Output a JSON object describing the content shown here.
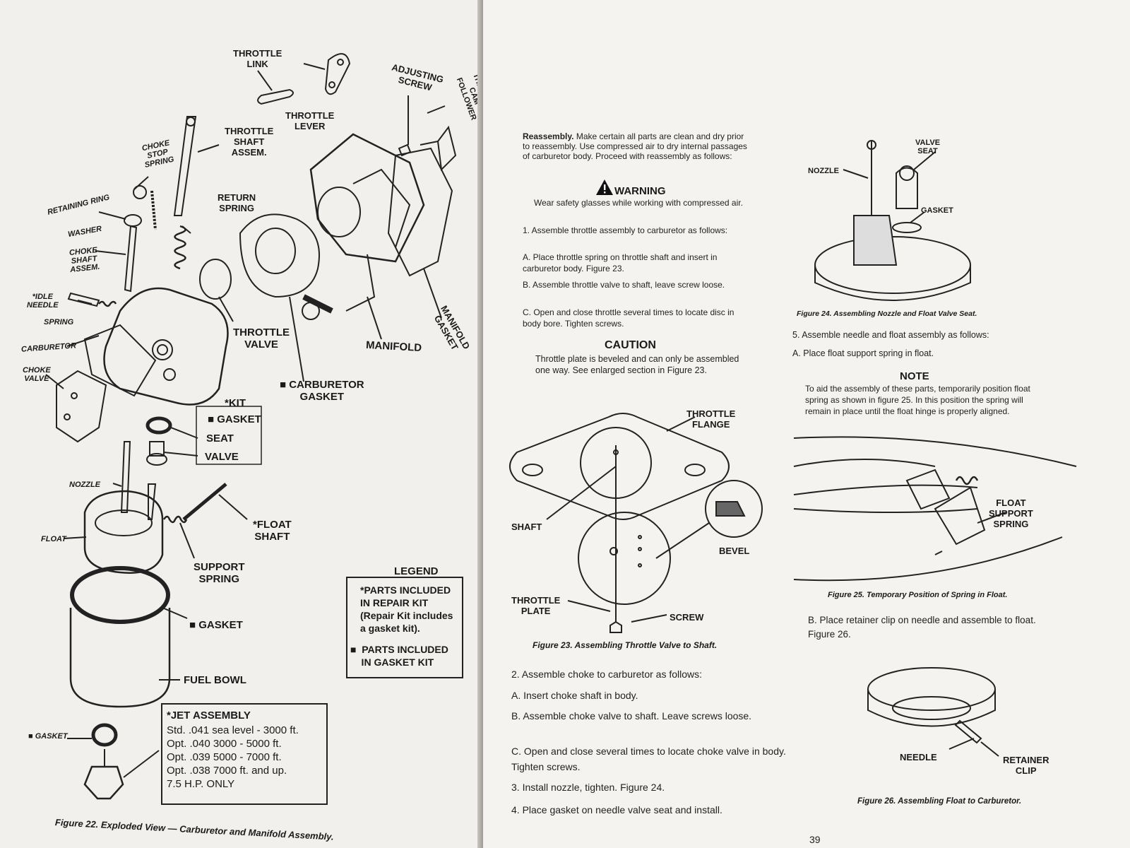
{
  "left_page": {
    "callouts": {
      "throttle_link": "THROTTLE\nLINK",
      "throttle_lever": "THROTTLE\nLEVER",
      "adjusting_screw": "ADJUSTING\nSCREW",
      "throttle_cam_follower": "THROTTLE\nCAM\nFOLLOWER",
      "throttle_shaft_assem": "THROTTLE\nSHAFT\nASSEM.",
      "choke_stop_spring": "CHOKE\nSTOP\nSPRING",
      "retaining_ring": "RETAINING RING",
      "washer": "WASHER",
      "return_spring": "RETURN\nSPRING",
      "choke_shaft_assem": "CHOKE\nSHAFT\nASSEM.",
      "idle_needle": "*IDLE\nNEEDLE",
      "spring": "SPRING",
      "carburetor": "CARBURETOR",
      "choke_valve": "CHOKE\nVALVE",
      "throttle_valve": "THROTTLE\nVALVE",
      "manifold": "MANIFOLD",
      "manifold_gasket": "MANIFOLD\nGASKET",
      "carburetor_gasket": "■ CARBURETOR\nGASKET",
      "kit": "*KIT",
      "kit_gasket": "■ GASKET",
      "seat": "SEAT",
      "valve": "VALVE",
      "nozzle": "NOZZLE",
      "float": "FLOAT",
      "float_shaft": "*FLOAT\nSHAFT",
      "support_spring": "SUPPORT\nSPRING",
      "bowl_gasket": "■ GASKET",
      "fuel_bowl": "FUEL BOWL",
      "lower_gasket": "■ GASKET"
    },
    "legend": {
      "title": "LEGEND",
      "item1": "*PARTS INCLUDED\nIN REPAIR KIT\n(Repair Kit includes\na gasket kit).",
      "item2": "■  PARTS INCLUDED\n    IN GASKET KIT"
    },
    "jet_assembly": {
      "title": "*JET ASSEMBLY",
      "lines": "Std. .041 sea level - 3000 ft.\nOpt. .040 3000 - 5000 ft.\nOpt. .039 5000 - 7000 ft.\nOpt. .038 7000 ft. and up.\n7.5 H.P. ONLY"
    },
    "caption": "Figure 22. Exploded View — Carburetor and Manifold Assembly."
  },
  "right_page": {
    "reassembly_lead": "Reassembly.",
    "reassembly_text": " Make certain all parts are clean and dry prior to reassembly. Use compressed air to dry internal passages of carburetor body. Proceed with reassembly as follows:",
    "warning_title": "WARNING",
    "warning_text": "Wear safety glasses while working with compressed air.",
    "step1": "1. Assemble throttle assembly to carburetor as follows:",
    "step1a": "A. Place throttle spring on throttle shaft and insert in carburetor body. Figure 23.",
    "step1b": "B. Assemble throttle valve to shaft, leave screw loose.",
    "step1c": "C. Open and close throttle several times to locate disc in body bore. Tighten screws.",
    "caution_title": "CAUTION",
    "caution_text": "Throttle plate is beveled and can only be assembled one way. See enlarged section in Figure 23.",
    "fig23_labels": {
      "throttle_flange": "THROTTLE\nFLANGE",
      "shaft": "SHAFT",
      "bevel": "BEVEL",
      "throttle_plate": "THROTTLE\nPLATE",
      "screw": "SCREW"
    },
    "fig23_caption": "Figure 23. Assembling Throttle Valve to Shaft.",
    "step2": "2. Assemble choke to carburetor as follows:",
    "step2a": "A. Insert choke shaft in body.",
    "step2b": "B. Assemble choke valve to shaft. Leave screws loose.",
    "step2c": "C. Open and close several times to locate choke valve in body. Tighten screws.",
    "step3": "3. Install nozzle, tighten. Figure 24.",
    "step4": "4. Place gasket on needle valve seat and install.",
    "fig24_labels": {
      "valve_seat": "VALVE\nSEAT",
      "nozzle": "NOZZLE",
      "gasket": "GASKET"
    },
    "fig24_caption": "Figure 24. Assembling Nozzle and Float Valve Seat.",
    "step5": "5. Assemble needle and float assembly as follows:",
    "step5a": "A. Place float support spring in float.",
    "note_title": "NOTE",
    "note_text": "To aid the assembly of these parts, temporarily position float spring as shown in figure 25. In this position the spring will remain in place until the float hinge is properly aligned.",
    "fig25_labels": {
      "float_support_spring": "FLOAT\nSUPPORT\nSPRING"
    },
    "fig25_caption": "Figure 25. Temporary Position of Spring in Float.",
    "step5b": "B. Place retainer clip on needle and assemble to float. Figure 26.",
    "fig26_labels": {
      "needle": "NEEDLE",
      "retainer_clip": "RETAINER\nCLIP"
    },
    "fig26_caption": "Figure 26. Assembling Float to Carburetor.",
    "page_number": "39"
  }
}
